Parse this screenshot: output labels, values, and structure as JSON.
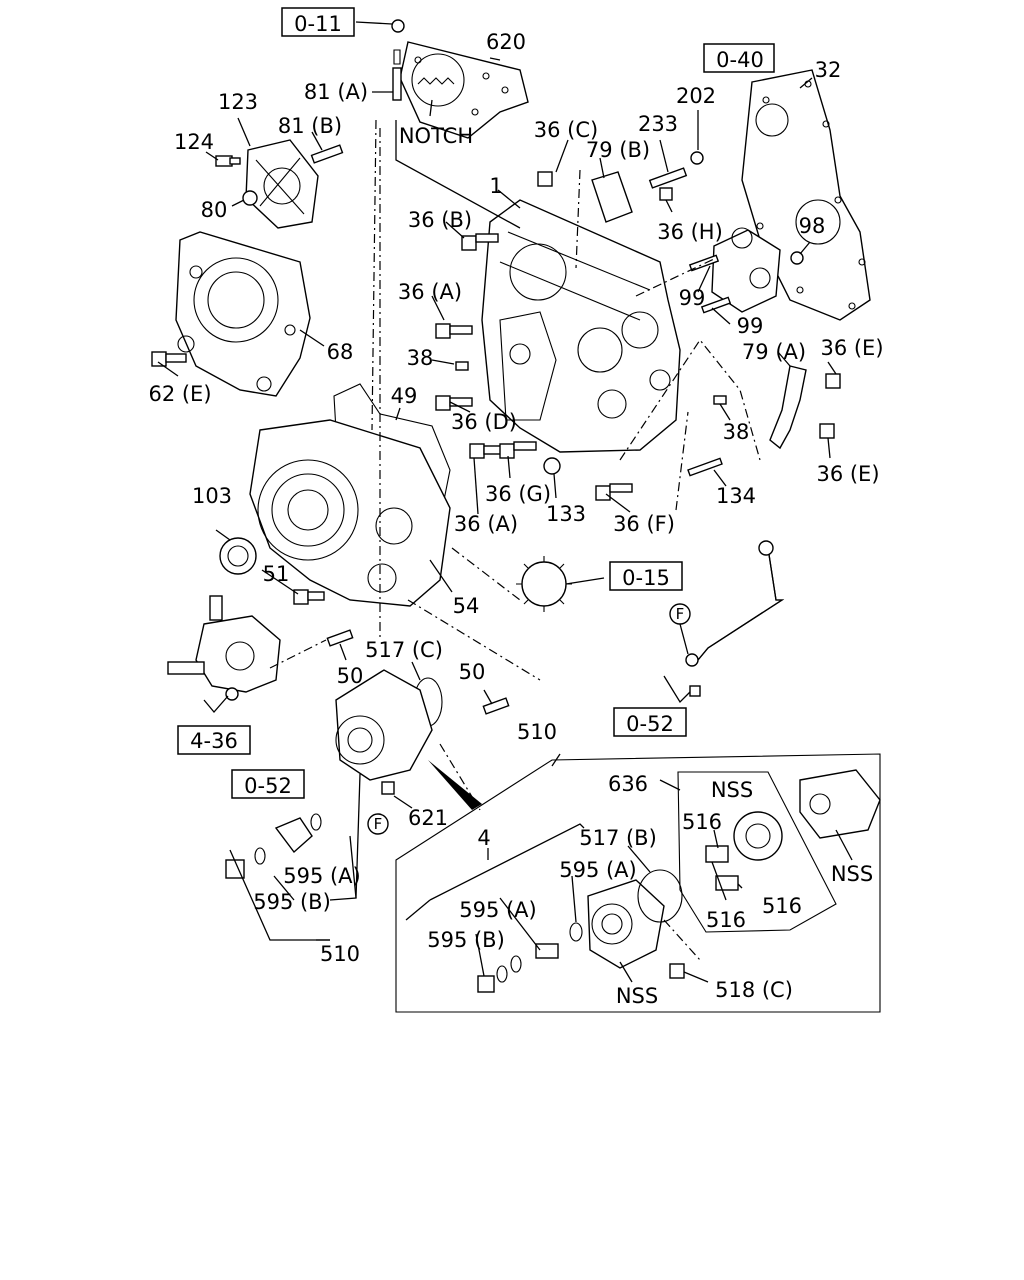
{
  "callouts": [
    {
      "id": "ref-0-11",
      "text": "0-11",
      "boxed": true
    },
    {
      "id": "ref-0-40",
      "text": "0-40",
      "boxed": true
    },
    {
      "id": "ref-0-15",
      "text": "0-15",
      "boxed": true
    },
    {
      "id": "ref-0-52-a",
      "text": "0-52",
      "boxed": true
    },
    {
      "id": "ref-0-52-b",
      "text": "0-52",
      "boxed": true
    },
    {
      "id": "ref-4-36",
      "text": "4-36",
      "boxed": true
    },
    {
      "id": "p620",
      "text": "620"
    },
    {
      "id": "p81a",
      "text": "81 (A)"
    },
    {
      "id": "notch",
      "text": "NOTCH"
    },
    {
      "id": "p123",
      "text": "123"
    },
    {
      "id": "p81b",
      "text": "81 (B)"
    },
    {
      "id": "p124",
      "text": "124"
    },
    {
      "id": "p80",
      "text": "80"
    },
    {
      "id": "p36c",
      "text": "36 (C)"
    },
    {
      "id": "p79b",
      "text": "79 (B)"
    },
    {
      "id": "p233",
      "text": "233"
    },
    {
      "id": "p202",
      "text": "202"
    },
    {
      "id": "p32",
      "text": "32"
    },
    {
      "id": "p1",
      "text": "1"
    },
    {
      "id": "p36b",
      "text": "36 (B)"
    },
    {
      "id": "p36h",
      "text": "36 (H)"
    },
    {
      "id": "p98",
      "text": "98"
    },
    {
      "id": "p99a",
      "text": "99"
    },
    {
      "id": "p99b",
      "text": "99"
    },
    {
      "id": "p36a1",
      "text": "36 (A)"
    },
    {
      "id": "p68",
      "text": "68"
    },
    {
      "id": "p79a",
      "text": "79 (A)"
    },
    {
      "id": "p36e1",
      "text": "36 (E)"
    },
    {
      "id": "p38a",
      "text": "38"
    },
    {
      "id": "p62e",
      "text": "62 (E)"
    },
    {
      "id": "p49",
      "text": "49"
    },
    {
      "id": "p36d",
      "text": "36 (D)"
    },
    {
      "id": "p38b",
      "text": "38"
    },
    {
      "id": "p36e2",
      "text": "36 (E)"
    },
    {
      "id": "p103",
      "text": "103"
    },
    {
      "id": "p36g",
      "text": "36 (G)"
    },
    {
      "id": "p133",
      "text": "133"
    },
    {
      "id": "p134",
      "text": "134"
    },
    {
      "id": "p36a2",
      "text": "36 (A)"
    },
    {
      "id": "p36f",
      "text": "36 (F)"
    },
    {
      "id": "p51",
      "text": "51"
    },
    {
      "id": "p54",
      "text": "54"
    },
    {
      "id": "pF1",
      "text": "F"
    },
    {
      "id": "p517c",
      "text": "517 (C)"
    },
    {
      "id": "p50a",
      "text": "50"
    },
    {
      "id": "p50b",
      "text": "50"
    },
    {
      "id": "p510a",
      "text": "510"
    },
    {
      "id": "p636",
      "text": "636"
    },
    {
      "id": "pNSS1",
      "text": "NSS"
    },
    {
      "id": "p516a",
      "text": "516"
    },
    {
      "id": "p621",
      "text": "621"
    },
    {
      "id": "pF2",
      "text": "F"
    },
    {
      "id": "p4",
      "text": "4"
    },
    {
      "id": "p517b",
      "text": "517 (B)"
    },
    {
      "id": "p595a1",
      "text": "595 (A)"
    },
    {
      "id": "p595a2",
      "text": "595 (A)"
    },
    {
      "id": "p595b1",
      "text": "595 (B)"
    },
    {
      "id": "p595a3",
      "text": "595 (A)"
    },
    {
      "id": "p595b2",
      "text": "595 (B)"
    },
    {
      "id": "p516b",
      "text": "516"
    },
    {
      "id": "p516c",
      "text": "516"
    },
    {
      "id": "pNSS2",
      "text": "NSS"
    },
    {
      "id": "p510b",
      "text": "510"
    },
    {
      "id": "pNSS3",
      "text": "NSS"
    },
    {
      "id": "p518c",
      "text": "518 (C)"
    }
  ]
}
